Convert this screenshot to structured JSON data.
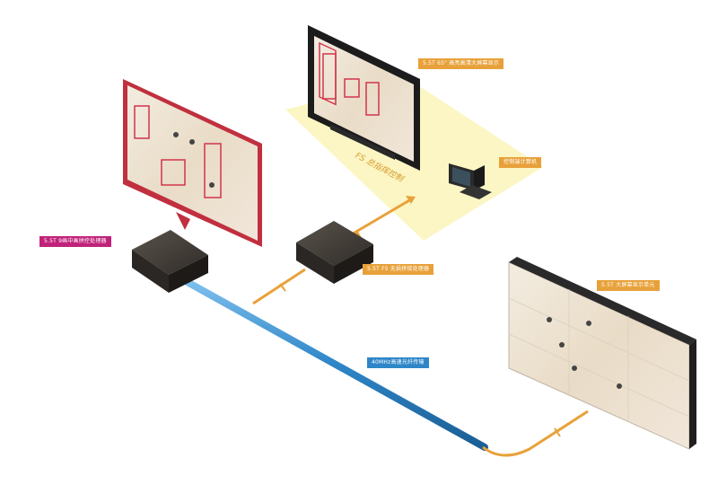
{
  "labels": {
    "monitor_wall": "5.5T 65\" 高亮高清大屏幕显示",
    "command_area": "FS 总指挥控制",
    "pc_terminal": "控制端计算机",
    "controller_left": "5.5T 9画中画拼控处理器",
    "controller_mid": "5.5T FS 无损拼接处理器",
    "fiber": "40MHz高速光纤传输",
    "display_wall": "5.5T 大屏幕显示单元"
  },
  "colors": {
    "orange": "#e8a13a",
    "magenta": "#c0227a",
    "blue": "#2e86c8",
    "floor": "#fbf6c0"
  }
}
